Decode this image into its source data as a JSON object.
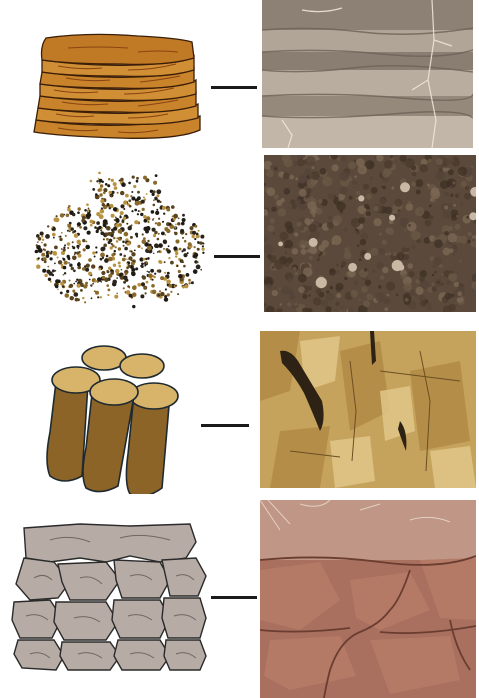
{
  "rows": [
    {
      "illustration": "platy-structure-icon",
      "photo": "platy-soil-photo",
      "colors": {
        "fill": "#c8832b",
        "stripe": "#8a4412",
        "photo": "#a3968a"
      }
    },
    {
      "illustration": "granular-structure-icon",
      "photo": "granular-soil-photo",
      "colors": {
        "fill": "#8a6a2a",
        "dark": "#1e1a14",
        "photo": "#5b4a3b"
      }
    },
    {
      "illustration": "columnar-structure-icon",
      "photo": "columnar-soil-photo",
      "colors": {
        "fill": "#8c6428",
        "top": "#d8b46a",
        "photo": "#c6a35c"
      }
    },
    {
      "illustration": "blocky-structure-icon",
      "photo": "blocky-soil-photo",
      "colors": {
        "fill": "#b6aca5",
        "photo": "#a9705f"
      }
    }
  ]
}
